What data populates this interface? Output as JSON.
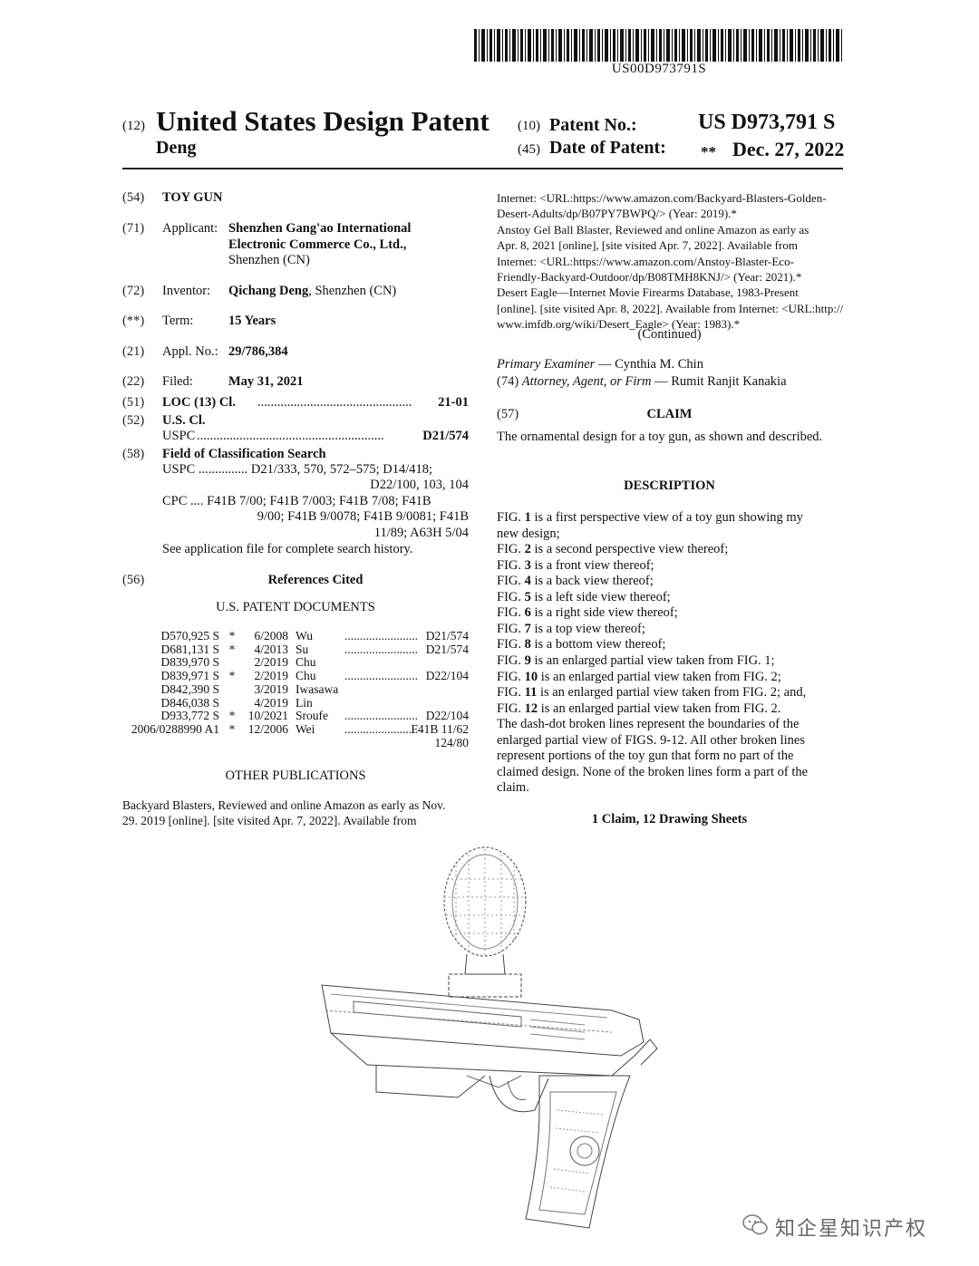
{
  "barcode_text": "US00D973791S",
  "header": {
    "code12": "(12)",
    "doc_type": "United States Design Patent",
    "code10": "(10)",
    "patent_no_label": "Patent No.:",
    "patent_no": "US D973,791 S",
    "inventor_surname": "Deng",
    "code45": "(45)",
    "date_label": "Date of Patent:",
    "date_marker": "**",
    "date": "Dec. 27, 2022"
  },
  "left": {
    "f54": {
      "code": "(54)",
      "value": "TOY GUN"
    },
    "f71": {
      "code": "(71)",
      "label": "Applicant:",
      "l1": "Shenzhen Gang'ao International",
      "l2": "Electronic Commerce Co., Ltd.,",
      "l3": "Shenzhen (CN)"
    },
    "f72": {
      "code": "(72)",
      "label": "Inventor:",
      "name": "Qichang Deng",
      "loc": ", Shenzhen (CN)"
    },
    "fterm": {
      "code": "(**)",
      "label": "Term:",
      "value": "15 Years"
    },
    "f21": {
      "code": "(21)",
      "label": "Appl. No.:",
      "value": "29/786,384"
    },
    "f22": {
      "code": "(22)",
      "label": "Filed:",
      "value": "May 31, 2021"
    },
    "f51": {
      "code": "(51)",
      "label": "LOC (13) Cl.",
      "dots": "...............................................",
      "value": "21-01"
    },
    "f52": {
      "code": "(52)",
      "label": "U.S. Cl.",
      "sub": "USPC",
      "dots": ".........................................................",
      "value": "D21/574"
    },
    "f58": {
      "code": "(58)",
      "label": "Field of Classification Search",
      "l1": "USPC ............... D21/333, 570, 572–575; D14/418;",
      "l2": "D22/100, 103, 104",
      "l3": "CPC .... F41B 7/00; F41B 7/003; F41B 7/08; F41B",
      "l4": "9/00; F41B 9/0078; F41B 9/0081; F41B",
      "l5": "11/89; A63H 5/04",
      "l6": "See application file for complete search history."
    },
    "f56": {
      "code": "(56)",
      "label": "References Cited",
      "sub": "U.S. PATENT DOCUMENTS"
    },
    "refs": [
      {
        "num": "D570,925 S",
        "star": "*",
        "date": "6/2008",
        "name": "Wu",
        "dots": "..............................",
        "cls": "D21/574"
      },
      {
        "num": "D681,131 S",
        "star": "*",
        "date": "4/2013",
        "name": "Su",
        "dots": "...............................",
        "cls": "D21/574"
      },
      {
        "num": "D839,970 S",
        "star": "",
        "date": "2/2019",
        "name": "Chu",
        "dots": "",
        "cls": ""
      },
      {
        "num": "D839,971 S",
        "star": "*",
        "date": "2/2019",
        "name": "Chu",
        "dots": "............................",
        "cls": "D22/104"
      },
      {
        "num": "D842,390 S",
        "star": "",
        "date": "3/2019",
        "name": "Iwasawa",
        "dots": "",
        "cls": ""
      },
      {
        "num": "D846,038 S",
        "star": "",
        "date": "4/2019",
        "name": "Lin",
        "dots": "",
        "cls": ""
      },
      {
        "num": "D933,772 S",
        "star": "*",
        "date": "10/2021",
        "name": "Sroufe",
        "dots": "........................",
        "cls": "D22/104"
      },
      {
        "num": "2006/0288990 A1",
        "star": "*",
        "date": "12/2006",
        "name": "Wei",
        "dots": "........................",
        "cls": "F41B 11/62"
      }
    ],
    "ref_cont": "124/80",
    "other_pub": "OTHER PUBLICATIONS",
    "op1": "Backyard Blasters, Reviewed and online Amazon as early as Nov.",
    "op2": "29. 2019 [online]. [site visited Apr. 7, 2022]. Available from"
  },
  "right": {
    "cit": [
      "Internet: <URL:https://www.amazon.com/Backyard-Blasters-Golden-",
      "Desert-Adults/dp/B07PY7BWPQ/> (Year: 2019).*",
      "Anstoy Gel Ball Blaster, Reviewed and online Amazon as early as",
      "Apr. 8, 2021 [online], [site visited Apr. 7, 2022]. Available from",
      "Internet: <URL:https://www.amazon.com/Anstoy-Blaster-Eco-",
      "Friendly-Backyard-Outdoor/dp/B08TMH8KNJ/> (Year: 2021).*",
      "Desert Eagle—Internet Movie Firearms Database, 1983-Present",
      "[online]. [site visited Apr. 8, 2022]. Available from Internet: <URL:http://",
      "www.imfdb.org/wiki/Desert_Eagle> (Year: 1983).*"
    ],
    "continued": "(Continued)",
    "examiner_label": "Primary Examiner",
    "examiner": " — Cynthia M. Chin",
    "f74": {
      "code": "(74)",
      "label": "Attorney, Agent, or Firm",
      "value": " — Rumit Ranjit Kanakia"
    },
    "f57": {
      "code": "(57)",
      "label": "CLAIM"
    },
    "claim": "The ornamental design for a toy gun, as shown and described.",
    "desc_label": "DESCRIPTION",
    "figs": [
      {
        "pre": "FIG. ",
        "n": "1",
        "post": " is a first perspective view of a toy gun showing my"
      },
      {
        "pre": "",
        "n": "",
        "post": "new design;"
      },
      {
        "pre": "FIG. ",
        "n": "2",
        "post": " is a second perspective view thereof;"
      },
      {
        "pre": "FIG. ",
        "n": "3",
        "post": " is a front view thereof;"
      },
      {
        "pre": "FIG. ",
        "n": "4",
        "post": " is a back view thereof;"
      },
      {
        "pre": "FIG. ",
        "n": "5",
        "post": " is a left side view thereof;"
      },
      {
        "pre": "FIG. ",
        "n": "6",
        "post": " is a right side view thereof;"
      },
      {
        "pre": "FIG. ",
        "n": "7",
        "post": " is a top view thereof;"
      },
      {
        "pre": "FIG. ",
        "n": "8",
        "post": " is a bottom view thereof;"
      },
      {
        "pre": "FIG. ",
        "n": "9",
        "post": " is an enlarged partial view taken from FIG. 1;"
      },
      {
        "pre": "FIG. ",
        "n": "10",
        "post": " is an enlarged partial view taken from FIG. 2;"
      },
      {
        "pre": "FIG. ",
        "n": "11",
        "post": " is an enlarged partial view taken from FIG. 2; and,"
      },
      {
        "pre": "FIG. ",
        "n": "12",
        "post": " is an enlarged partial view taken from FIG. 2."
      }
    ],
    "broken": [
      "The dash-dot broken lines represent the boundaries of the",
      "enlarged partial view of FIGS. 9-12. All other broken lines",
      "represent portions of the toy gun that form no part of the",
      "claimed design. None of the broken lines form a part of the",
      "claim."
    ],
    "sheets": "1 Claim, 12 Drawing Sheets"
  },
  "watermark": "知企星知识产权"
}
